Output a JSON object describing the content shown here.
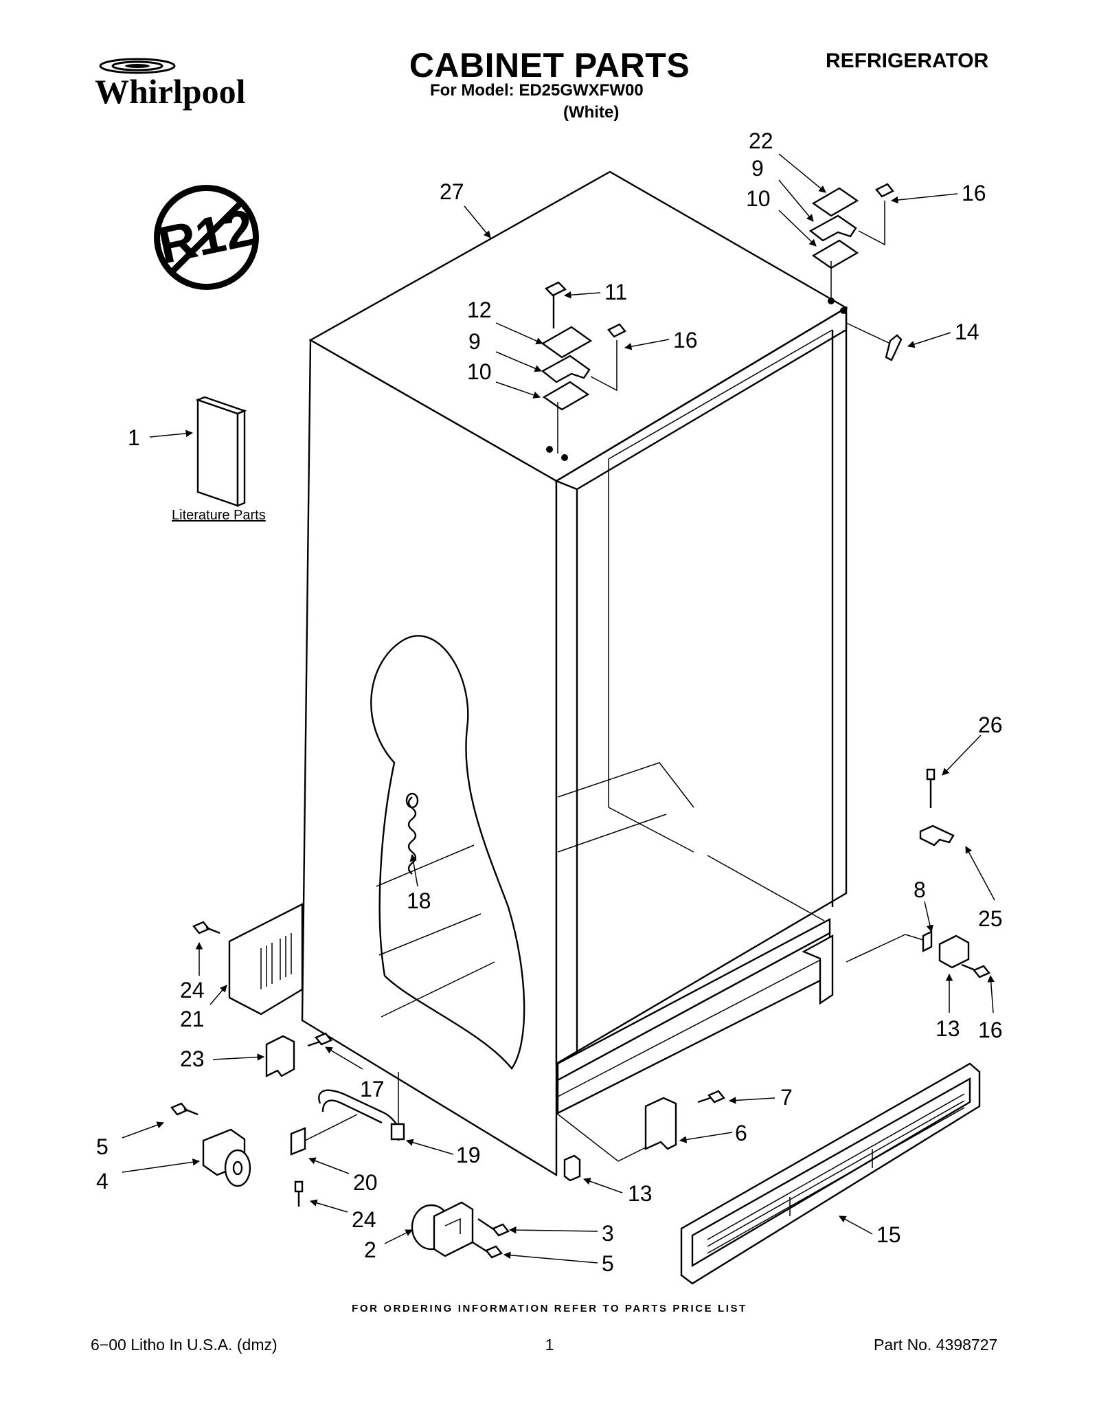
{
  "header": {
    "title": "CABINET PARTS",
    "model_line": "For Model: ED25GWXFW00",
    "color_line": "(White)",
    "category": "REFRIGERATOR",
    "brand_logo_text": "Whirlpool",
    "r12_badge_text": "R12"
  },
  "diagram": {
    "literature_caption": "Literature Parts",
    "callouts": {
      "c1": "1",
      "c2": "2",
      "c3": "3",
      "c4": "4",
      "c5a": "5",
      "c5b": "5",
      "c6": "6",
      "c7": "7",
      "c8": "8",
      "c9a": "9",
      "c9b": "9",
      "c10a": "10",
      "c10b": "10",
      "c11": "11",
      "c12": "12",
      "c13a": "13",
      "c13b": "13",
      "c14": "14",
      "c15": "15",
      "c16a": "16",
      "c16b": "16",
      "c16c": "16",
      "c17": "17",
      "c18": "18",
      "c19": "19",
      "c20": "20",
      "c21": "21",
      "c22": "22",
      "c23": "23",
      "c24a": "24",
      "c24b": "24",
      "c25": "25",
      "c26": "26",
      "c27": "27"
    }
  },
  "footer": {
    "ordering_note": "FOR ORDERING INFORMATION REFER TO PARTS PRICE LIST",
    "litho": "6−00 Litho In U.S.A. (dmz)",
    "page_number": "1",
    "part_number": "Part No. 4398727"
  }
}
